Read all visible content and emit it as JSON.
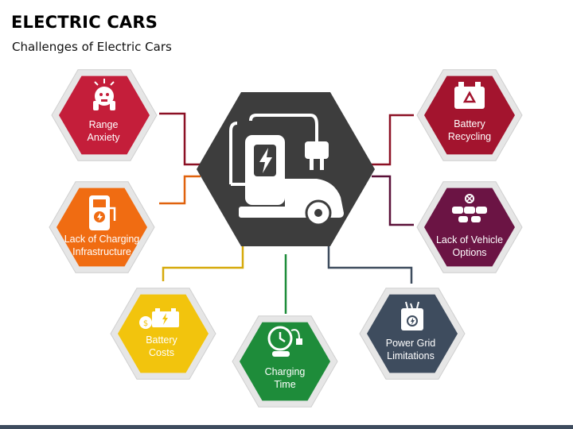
{
  "title": "ELECTRIC CARS",
  "subtitle": "Challenges of Electric Cars",
  "center": {
    "icon": "ev-charging-station-icon",
    "color": "#3d3d3d"
  },
  "challenges": [
    {
      "label": "Range\nAnxiety",
      "color": "#c41e3a",
      "icon": "stressed-driver-icon"
    },
    {
      "label": "Battery\nRecycling",
      "color": "#a3142e",
      "icon": "battery-recycle-icon"
    },
    {
      "label": "Lack of Charging\nInfrastructure",
      "color": "#f06c12",
      "icon": "charging-station-icon"
    },
    {
      "label": "Lack of Vehicle\nOptions",
      "color": "#6b1444",
      "icon": "car-options-icon"
    },
    {
      "label": "Battery\nCosts",
      "color": "#f2c40d",
      "icon": "battery-cost-icon"
    },
    {
      "label": "Charging\nTime",
      "color": "#1e8c3a",
      "icon": "charging-timer-icon"
    },
    {
      "label": "Power Grid\nLimitations",
      "color": "#3e4c5e",
      "icon": "grid-battery-icon"
    }
  ]
}
